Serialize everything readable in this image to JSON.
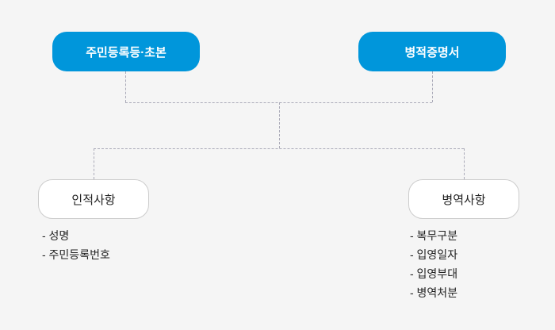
{
  "top_nodes": [
    {
      "label": "주민등록등·초본"
    },
    {
      "label": "병적증명서"
    }
  ],
  "bottom_nodes": [
    {
      "label": "인적사항",
      "items": [
        "- 성명",
        "- 주민등록번호"
      ]
    },
    {
      "label": "병역사항",
      "items": [
        "- 복무구분",
        "- 입영일자",
        "- 입영부대",
        "- 병역처분"
      ]
    }
  ],
  "colors": {
    "accent": "#0096db",
    "connector": "#aaaab8"
  }
}
